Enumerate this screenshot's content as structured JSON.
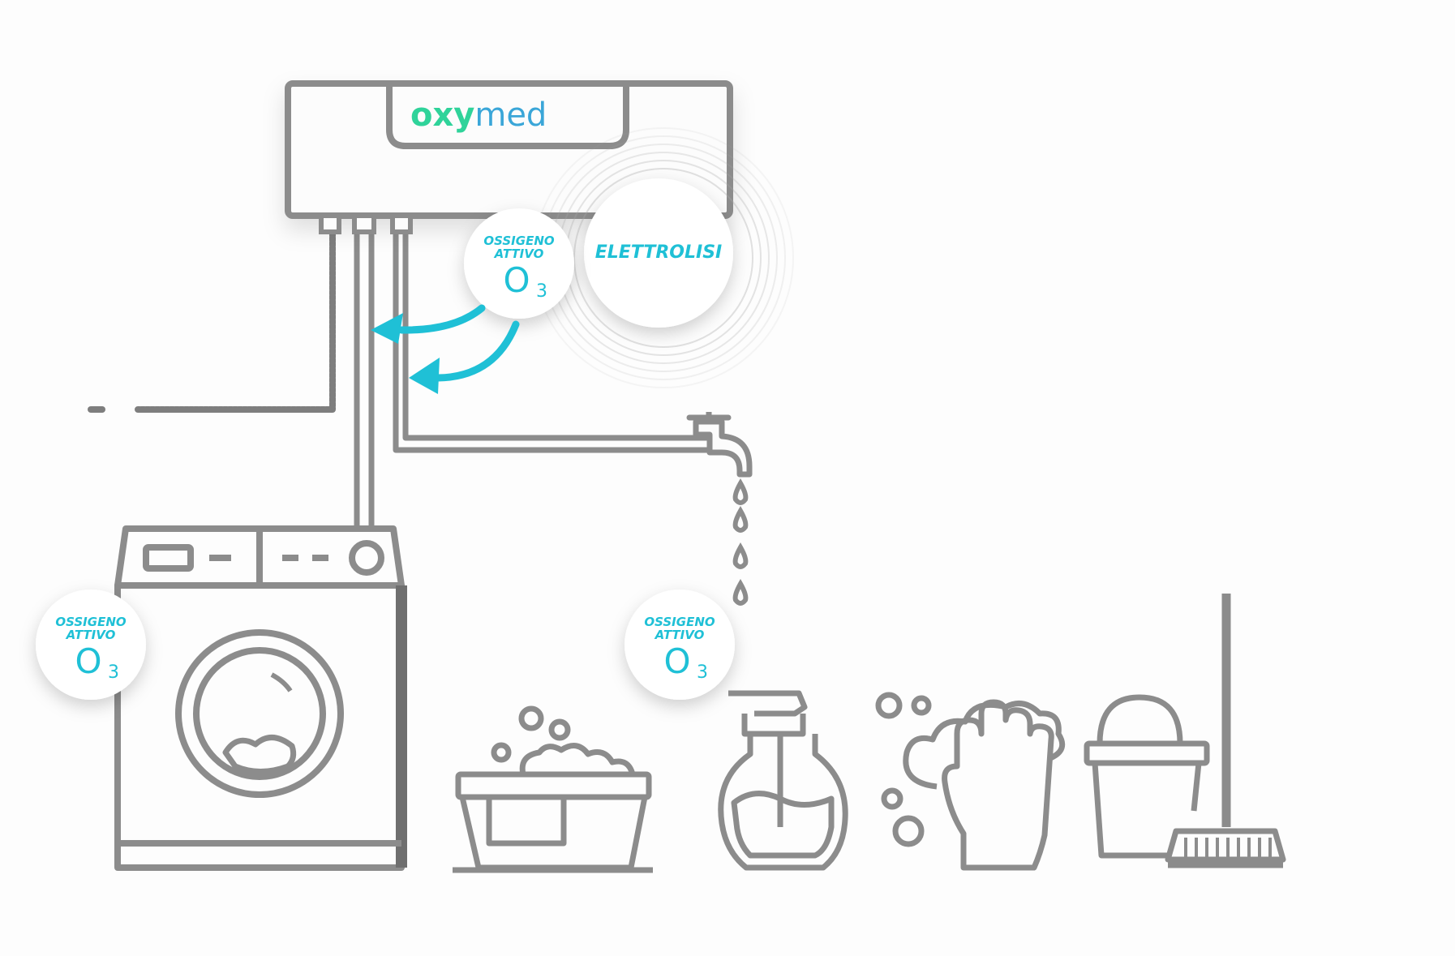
{
  "brand": {
    "logo_part1": "oxy",
    "logo_part2": "med",
    "color_primary": "#2fd39a",
    "color_secondary": "#3aa6d8"
  },
  "badges": [
    {
      "line1": "OSSIGENO",
      "line2": "ATTIVO",
      "symbol": "O",
      "subscript": "3"
    },
    {
      "line1": "OSSIGENO",
      "line2": "ATTIVO",
      "symbol": "O",
      "subscript": "3"
    },
    {
      "line1": "OSSIGENO",
      "line2": "ATTIVO",
      "symbol": "O",
      "subscript": "3"
    }
  ],
  "electrolysis": {
    "label": "ELETTROLISI"
  },
  "colors": {
    "accent": "#1fc0d6",
    "line": "#8c8c8c",
    "line_dark": "#6f6f6f",
    "background": "#fdfdfd"
  },
  "icons": [
    "oxymed-device-icon",
    "washing-machine-icon",
    "faucet-icon",
    "washing-basin-icon",
    "spray-bottle-icon",
    "washing-hands-icon",
    "bucket-and-mop-icon"
  ]
}
